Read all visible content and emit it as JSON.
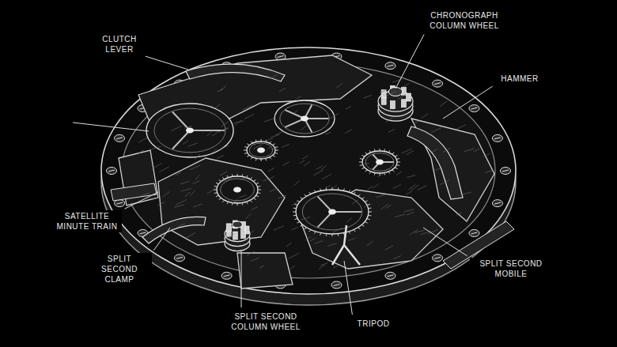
{
  "diagram": {
    "labels": [
      "CLUTCH LEVER",
      "CHRONOGRAPH COLUMN WHEEL",
      "HAMMER",
      "SATELLITE MINUTE TRAIN",
      "SPLIT SECOND CLAMP",
      "SPLIT SECOND COLUMN WHEEL",
      "TRIPOD",
      "SPLIT SECOND MOBILE"
    ]
  }
}
